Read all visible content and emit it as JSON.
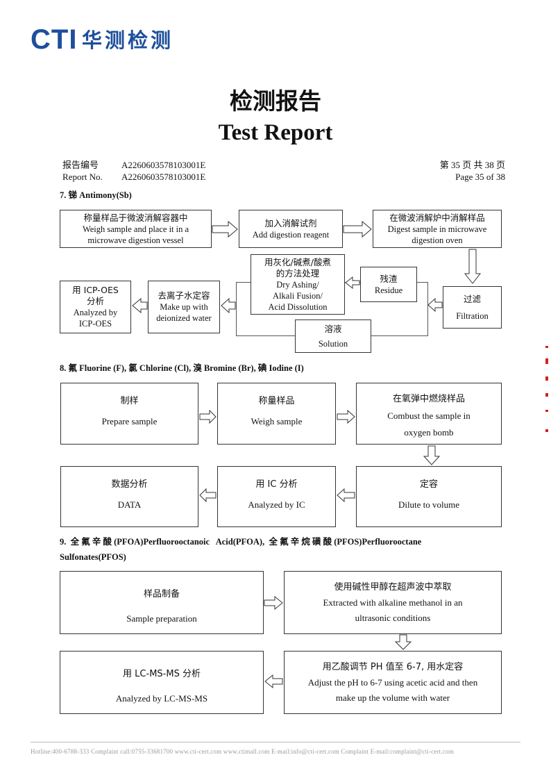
{
  "header": {
    "logo_latin": "CTI",
    "logo_chinese": "华测检测",
    "title_cn": "检测报告",
    "title_en": "Test Report"
  },
  "meta": {
    "report_no_label_cn": "报告编号",
    "report_no_label_en": "Report No.",
    "report_no_value": "A2260603578103001E",
    "page_cn": "第 35 页  共 38 页",
    "page_en": "Page 35 of 38"
  },
  "section7": {
    "heading": "7. 锑 Antimony(Sb)",
    "boxes": {
      "weigh": {
        "cn": "称量样品于微波消解容器中",
        "en1": "Weigh sample and place it in a",
        "en2": "microwave digestion vessel"
      },
      "reagent": {
        "cn": "加入消解试剂",
        "en": "Add digestion reagent"
      },
      "digest": {
        "cn": "在微波消解炉中消解样品",
        "en1": "Digest sample in microwave",
        "en2": "digestion oven"
      },
      "filtration": {
        "cn": "过滤",
        "en": "Filtration"
      },
      "residue": {
        "cn": "残渣",
        "en": "Residue"
      },
      "ashing": {
        "cn1": "用灰化/碱煮/酸煮",
        "cn2": "的方法处理",
        "en1": "Dry Ashing/",
        "en2": "Alkali Fusion/",
        "en3": "Acid Dissolution"
      },
      "solution": {
        "cn": "溶液",
        "en": "Solution"
      },
      "dilute": {
        "cn": "去离子水定容",
        "en1": "Make up with",
        "en2": "deionized water"
      },
      "icp": {
        "cn1": "用 ICP-OES",
        "cn2": "分析",
        "en1": "Analyzed by",
        "en2": "ICP-OES"
      }
    }
  },
  "section8": {
    "heading": "8. 氟 Fluorine (F), 氯 Chlorine (Cl), 溴 Bromine (Br), 碘 Iodine (I)",
    "boxes": {
      "prepare": {
        "cn": "制样",
        "en": "Prepare sample"
      },
      "weigh": {
        "cn": "称量样品",
        "en": "Weigh sample"
      },
      "combust": {
        "cn": "在氧弹中燃烧样品",
        "en1": "Combust the sample in",
        "en2": "oxygen bomb"
      },
      "dilute": {
        "cn": "定容",
        "en": "Dilute to volume"
      },
      "ic": {
        "cn": "用 IC 分析",
        "en": "Analyzed by IC"
      },
      "data": {
        "cn": "数据分析",
        "en": "DATA"
      }
    }
  },
  "section9": {
    "heading_line1": "9.  全 氟 辛 酸 (PFOA)Perfluorooctanoic   Acid(PFOA),  全 氟 辛 烷 磺 酸 (PFOS)Perfluorooctane",
    "heading_line2": "Sulfonates(PFOS)",
    "boxes": {
      "prep": {
        "cn": "样品制备",
        "en": "Sample preparation"
      },
      "extract": {
        "cn": "使用碱性甲醇在超声波中萃取",
        "en1": "Extracted with alkaline methanol in an",
        "en2": "ultrasonic conditions"
      },
      "adjust": {
        "cn": "用乙酸调节 PH 值至 6-7, 用水定容",
        "en1": "Adjust the pH to 6-7 using acetic acid and then",
        "en2": "make up the volume with water"
      },
      "lcms": {
        "cn": "用 LC-MS-MS 分析",
        "en": "Analyzed by LC-MS-MS"
      }
    }
  },
  "footer": {
    "text": "Hotline:400-6788-333   Complaint call:0755-33681700   www.cti-cert.com   www.ctimall.com   E-mail:info@cti-cert.com   Complaint E-mail:complaint@cti-cert.com"
  },
  "colors": {
    "brand": "#1d4f9c",
    "stamp": "#d42020"
  }
}
